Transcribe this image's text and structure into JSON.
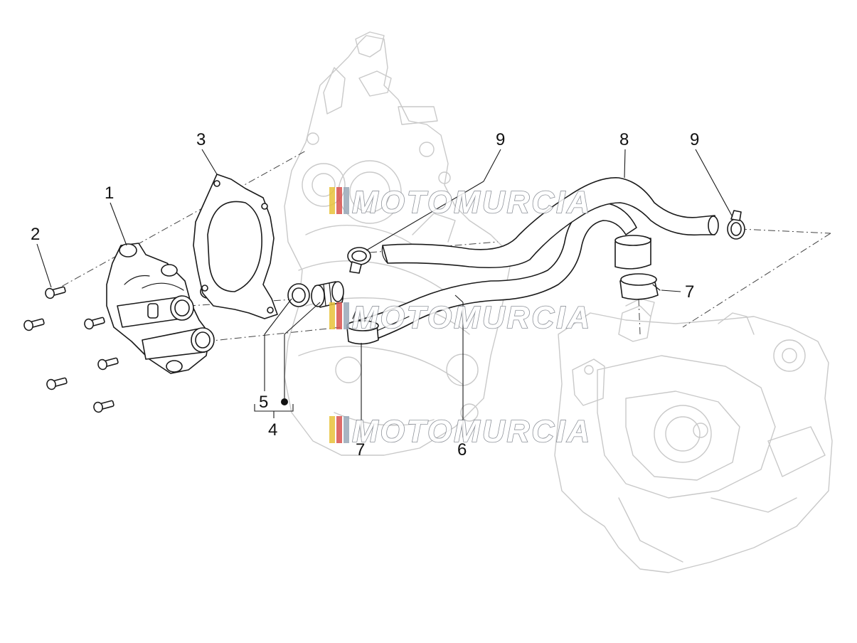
{
  "callouts": [
    {
      "id": "c1",
      "label": "1"
    },
    {
      "id": "c2",
      "label": "2"
    },
    {
      "id": "c3",
      "label": "3"
    },
    {
      "id": "c4",
      "label": "4"
    },
    {
      "id": "c5",
      "label": "5"
    },
    {
      "id": "c6",
      "label": "6"
    },
    {
      "id": "c7a",
      "label": "7"
    },
    {
      "id": "c7b",
      "label": "7"
    },
    {
      "id": "c8",
      "label": "8"
    },
    {
      "id": "c9a",
      "label": "9"
    },
    {
      "id": "c9b",
      "label": "9"
    }
  ],
  "watermark": {
    "text": "MOTOMURCIA",
    "stripe_colors": [
      "#e8c23a",
      "#d9534f",
      "#9aa9b8"
    ]
  },
  "colors": {
    "line": "#1a1a1a",
    "ghost": "#c9c9c9",
    "background": "#ffffff"
  }
}
